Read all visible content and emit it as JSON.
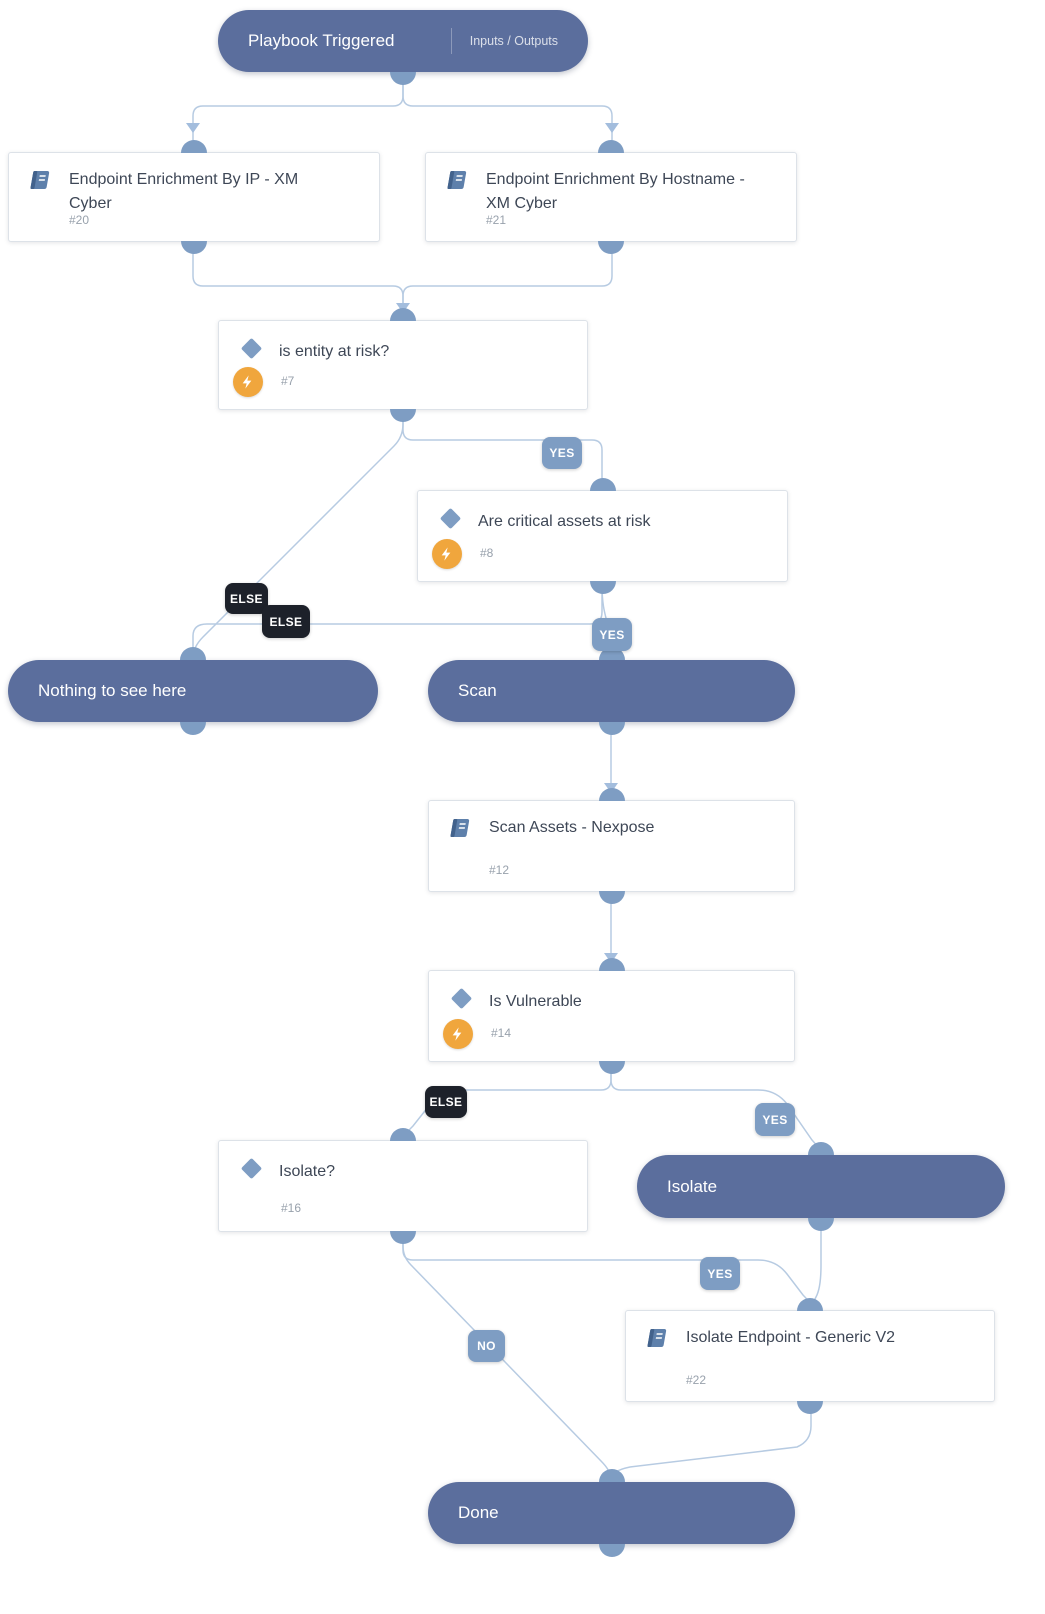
{
  "trigger": {
    "label": "Playbook Triggered",
    "io": "Inputs / Outputs"
  },
  "nodes": {
    "enrich_ip": {
      "title": "Endpoint Enrichment By IP - XM Cyber",
      "id": "#20",
      "icon": "playbook-book-icon"
    },
    "enrich_hostname": {
      "title": "Endpoint Enrichment By Hostname - XM Cyber",
      "id": "#21",
      "icon": "playbook-book-icon"
    },
    "is_entity_at_risk": {
      "title": "is entity at risk?",
      "id": "#7",
      "icon": "condition-diamond-icon",
      "badge_icon": "automation-lightning-icon"
    },
    "are_critical_assets_at_risk": {
      "title": "Are critical assets at risk",
      "id": "#8",
      "icon": "condition-diamond-icon",
      "badge_icon": "automation-lightning-icon"
    },
    "nothing_to_see_here": {
      "label": "Nothing to see here"
    },
    "scan": {
      "label": "Scan"
    },
    "scan_assets_nexpose": {
      "title": "Scan Assets - Nexpose",
      "id": "#12",
      "icon": "playbook-book-icon"
    },
    "is_vulnerable": {
      "title": "Is Vulnerable",
      "id": "#14",
      "icon": "condition-diamond-icon",
      "badge_icon": "automation-lightning-icon"
    },
    "isolate_question": {
      "title": "Isolate?",
      "id": "#16",
      "icon": "condition-diamond-icon"
    },
    "isolate": {
      "label": "Isolate"
    },
    "isolate_endpoint_generic_v2": {
      "title": "Isolate Endpoint - Generic V2",
      "id": "#22",
      "icon": "playbook-book-icon"
    },
    "done": {
      "label": "Done"
    }
  },
  "edge_labels": {
    "yes_entity_to_critical": "YES",
    "else_entity_to_nothing": "ELSE",
    "else_critical_to_nothing": "ELSE",
    "yes_critical_to_scan": "YES",
    "else_vulnerable_to_isolate_question": "ELSE",
    "yes_vulnerable_to_isolate": "YES",
    "yes_isolate_question_to_isolate_endpoint": "YES",
    "no_isolate_question_to_done": "NO"
  },
  "colors": {
    "pill": "#5b6e9d",
    "port": "#7e9dc3",
    "edge": "#b7cbe2",
    "yes_badge": "#7e9dc3",
    "else_badge": "#1d212a",
    "lightning": "#f0a63d"
  }
}
